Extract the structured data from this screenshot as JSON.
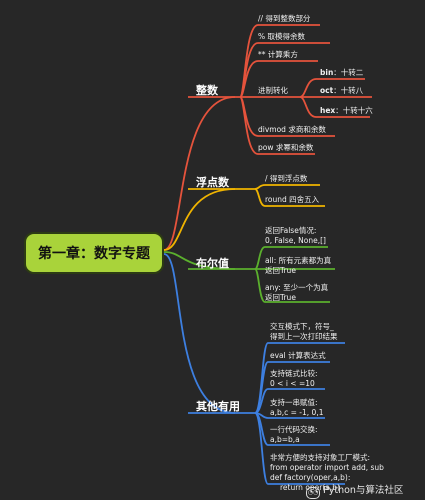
{
  "root": "第一章：数字专题",
  "branches": [
    {
      "label": "整数",
      "color": "#e5533c",
      "items": [
        "// 得到整数部分",
        "% 取模得余数",
        "** 计算乘方",
        "进制转化",
        "divmod 求商和余数",
        "pow 求幂和余数"
      ],
      "sub": [
        [
          "bin",
          "：十转二"
        ],
        [
          "oct",
          "：十转八"
        ],
        [
          "hex",
          "：十转十六"
        ]
      ]
    },
    {
      "label": "浮点数",
      "color": "#f0b400",
      "items": [
        "/ 得到浮点数",
        "round 四舍五入"
      ]
    },
    {
      "label": "布尔值",
      "color": "#5bb02d",
      "items": [
        "返回False情况:",
        "0, False, None,[]",
        "all: 所有元素都为真",
        "返回True",
        "any: 至少一个为真",
        "返回True"
      ]
    },
    {
      "label": "其他有用",
      "color": "#3d7fe0",
      "items": [
        "交互模式下，符号_",
        "得到上一次打印结果",
        "eval 计算表达式",
        "支持链式比较:",
        "0 < i < =10",
        "支持一串赋值:",
        "a,b,c = -1, 0,1",
        "一行代码交换:",
        "a,b=b,a",
        "非常方便的支持对象工厂模式:",
        "from operator import add, sub",
        "def factory(oper,a,b):",
        "return oper(a,b)"
      ]
    }
  ],
  "watermark": "Python与算法社区"
}
